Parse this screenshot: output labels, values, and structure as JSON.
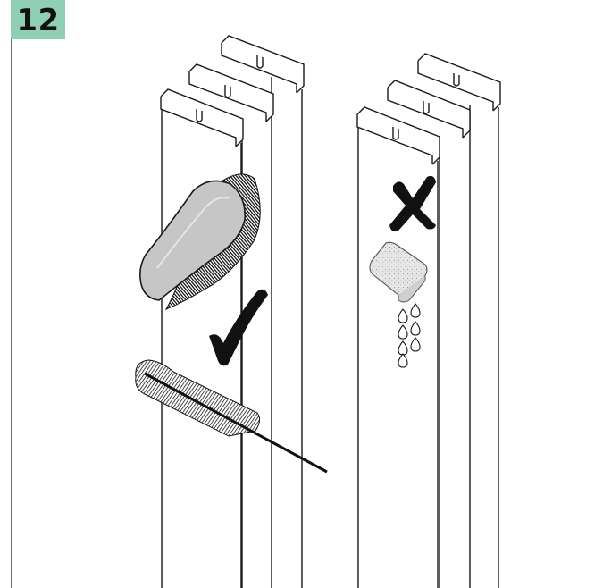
{
  "step": {
    "number": "12",
    "badge_color": "#8fcfb3"
  },
  "illustration": {
    "left_group": {
      "icons": [
        "fabric-slat-icon",
        "brush-icon",
        "check-mark-icon",
        "bottle-brush-icon"
      ],
      "meaning": "allowed"
    },
    "right_group": {
      "icons": [
        "fabric-slat-icon",
        "cross-mark-icon",
        "sponge-icon",
        "water-drops-icon"
      ],
      "meaning": "not-allowed"
    }
  }
}
